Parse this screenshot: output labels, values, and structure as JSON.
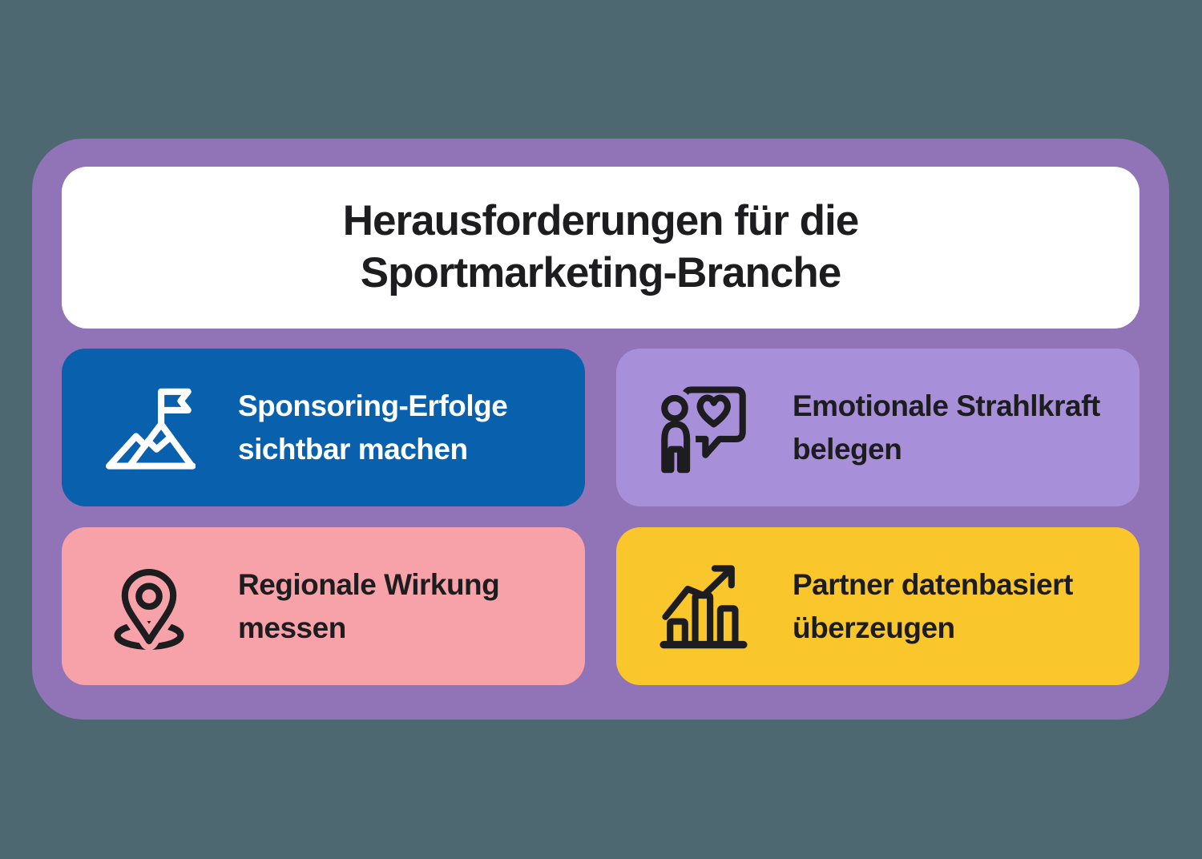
{
  "colors": {
    "page_bg": "#4d6870",
    "panel_bg": "#9173b7",
    "header_bg": "#ffffff",
    "title_color": "#1d1c1e"
  },
  "header": {
    "title_line1": "Herausforderungen für die",
    "title_line2": "Sportmarketing-Branche"
  },
  "cards": [
    {
      "label_line1": "Sponsoring-Erfolge",
      "label_line2": "sichtbar machen",
      "bg": "#0960ad",
      "text_color": "#ffffff",
      "icon": "mountain-flag",
      "icon_color": "#ffffff"
    },
    {
      "label_line1": "Emotionale Strahlkraft",
      "label_line2": "belegen",
      "bg": "#a78fd9",
      "text_color": "#1d1c1e",
      "icon": "person-heart-bubble",
      "icon_color": "#1d1c1e"
    },
    {
      "label_line1": "Regionale Wirkung",
      "label_line2": "messen",
      "bg": "#f7a1a9",
      "text_color": "#1d1c1e",
      "icon": "location-pin",
      "icon_color": "#1d1c1e"
    },
    {
      "label_line1": "Partner datenbasiert",
      "label_line2": "überzeugen",
      "bg": "#f9c62b",
      "text_color": "#1d1c1e",
      "icon": "growth-chart",
      "icon_color": "#1d1c1e"
    }
  ]
}
